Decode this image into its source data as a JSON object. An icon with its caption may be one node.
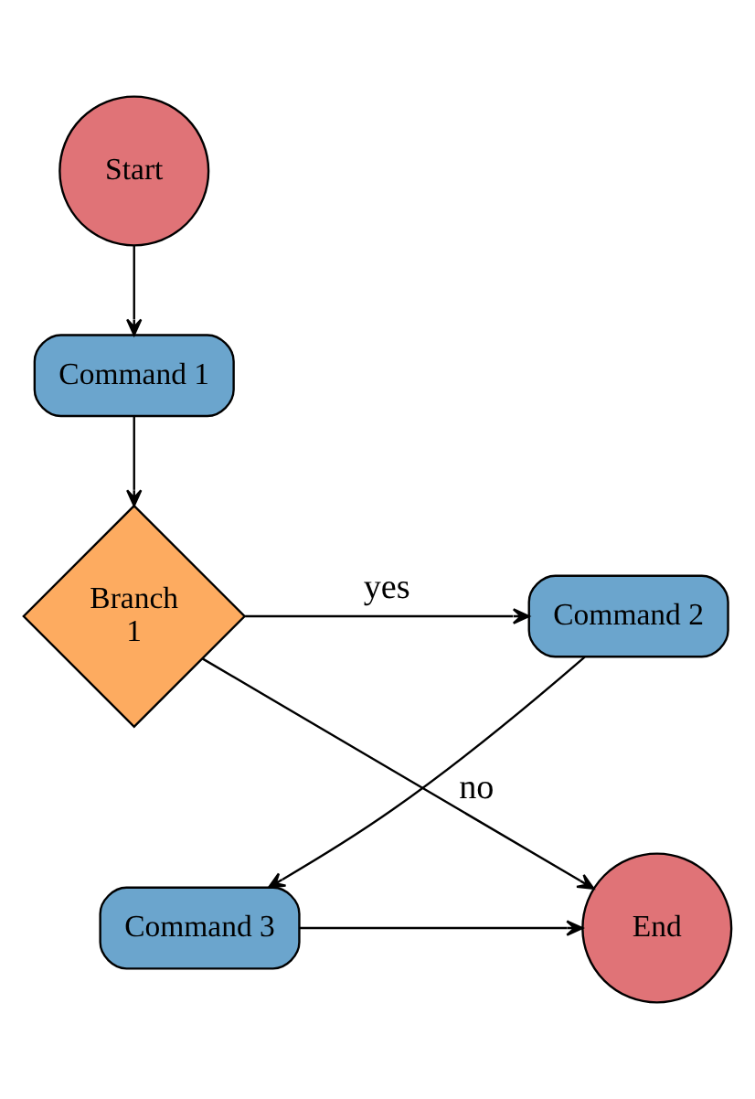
{
  "diagram": {
    "nodes": [
      {
        "text": [
          "Start"
        ]
      },
      {
        "text": [
          "Command 1"
        ]
      },
      {
        "text": [
          "Branch 1"
        ]
      },
      {
        "text": [
          "Command 2"
        ]
      },
      {
        "text": [
          "End"
        ]
      },
      {
        "text": [
          "Command 3"
        ]
      }
    ],
    "edges": [
      {
        "from": 0,
        "to": 1,
        "arrow": "to"
      },
      {
        "from": 1,
        "to": 2,
        "arrow": "to"
      },
      {
        "from": 2,
        "to": 3,
        "arrow": "to",
        "label": "yes"
      },
      {
        "from": 2,
        "to": 4,
        "arrow": "to",
        "label": "no"
      },
      {
        "from": 3,
        "to": 5,
        "arrow": "to"
      },
      {
        "from": 5,
        "to": 4,
        "arrow": "to"
      }
    ]
  }
}
